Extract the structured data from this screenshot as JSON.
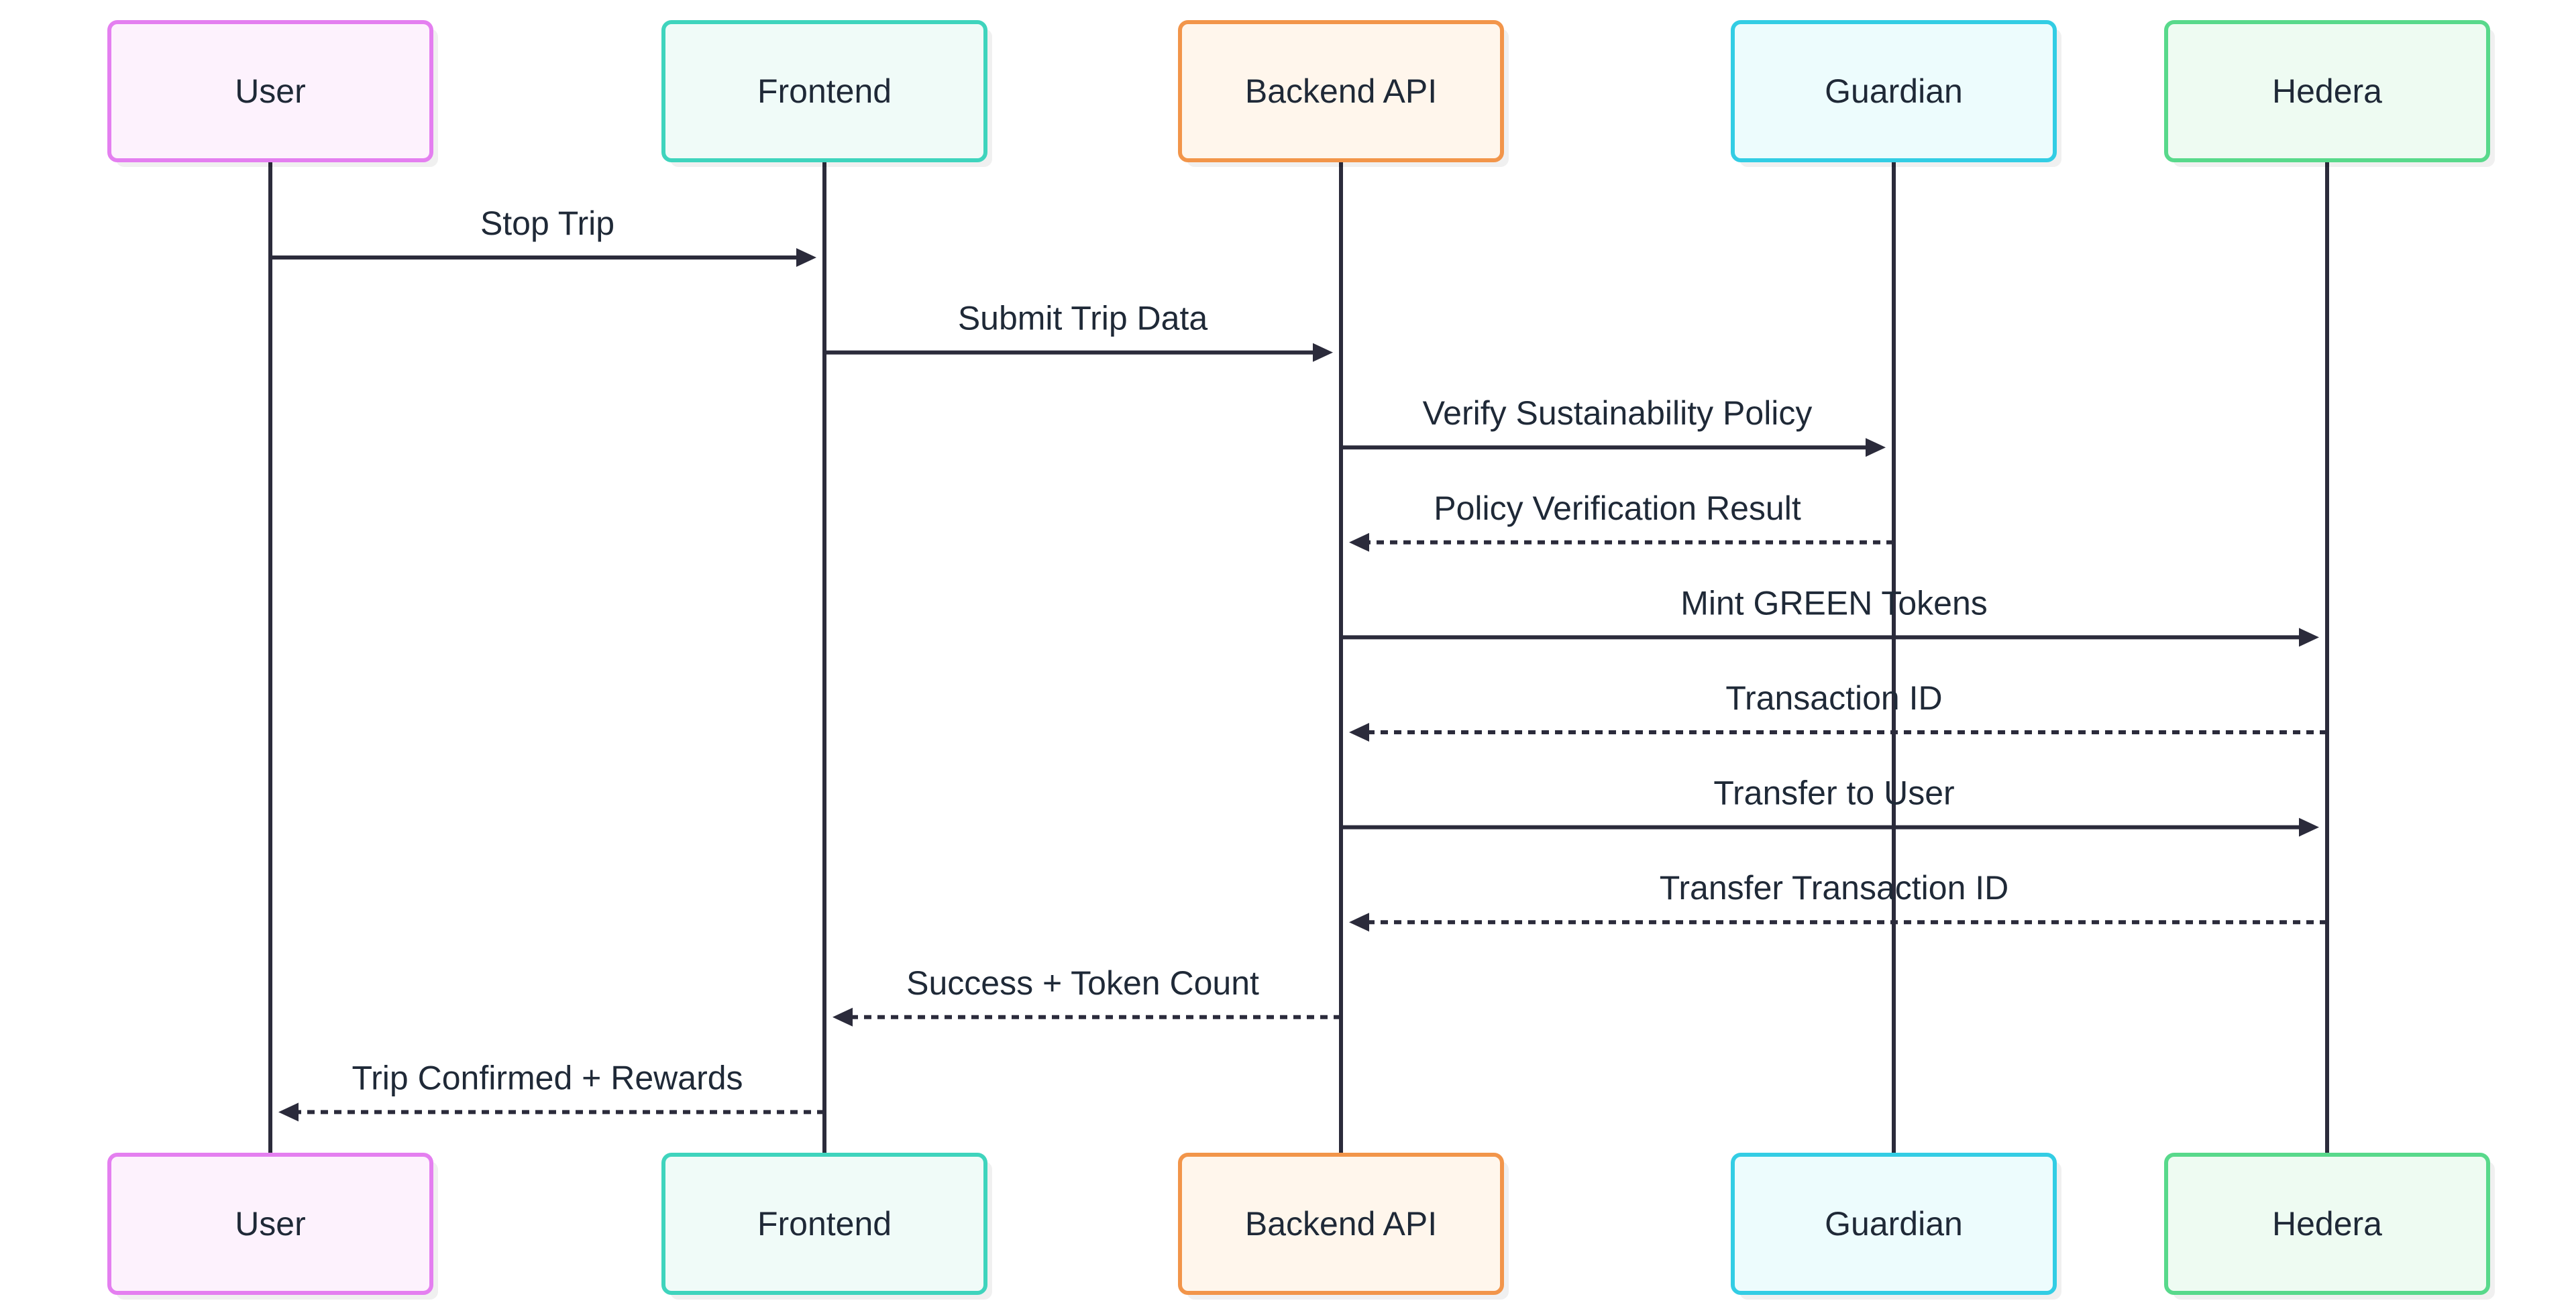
{
  "actors": [
    {
      "id": "user",
      "label": "User",
      "stroke": "#e47ff0",
      "fill": "#fdf2fd"
    },
    {
      "id": "frontend",
      "label": "Frontend",
      "stroke": "#3fd4bd",
      "fill": "#f0fbf8"
    },
    {
      "id": "backend",
      "label": "Backend API",
      "stroke": "#f2954a",
      "fill": "#fff6ec"
    },
    {
      "id": "guardian",
      "label": "Guardian",
      "stroke": "#33cde4",
      "fill": "#edfcfd"
    },
    {
      "id": "hedera",
      "label": "Hedera",
      "stroke": "#58d98b",
      "fill": "#eefbf2"
    }
  ],
  "messages": [
    {
      "from": "user",
      "to": "frontend",
      "label": "Stop Trip",
      "style": "solid"
    },
    {
      "from": "frontend",
      "to": "backend",
      "label": "Submit Trip Data",
      "style": "solid"
    },
    {
      "from": "backend",
      "to": "guardian",
      "label": "Verify Sustainability Policy",
      "style": "solid"
    },
    {
      "from": "guardian",
      "to": "backend",
      "label": "Policy Verification Result",
      "style": "dashed"
    },
    {
      "from": "backend",
      "to": "hedera",
      "label": "Mint GREEN Tokens",
      "style": "solid"
    },
    {
      "from": "hedera",
      "to": "backend",
      "label": "Transaction ID",
      "style": "dashed"
    },
    {
      "from": "backend",
      "to": "hedera",
      "label": "Transfer to User",
      "style": "solid"
    },
    {
      "from": "hedera",
      "to": "backend",
      "label": "Transfer Transaction ID",
      "style": "dashed"
    },
    {
      "from": "backend",
      "to": "frontend",
      "label": "Success + Token Count",
      "style": "dashed"
    },
    {
      "from": "frontend",
      "to": "user",
      "label": "Trip Confirmed + Rewards",
      "style": "dashed"
    }
  ]
}
